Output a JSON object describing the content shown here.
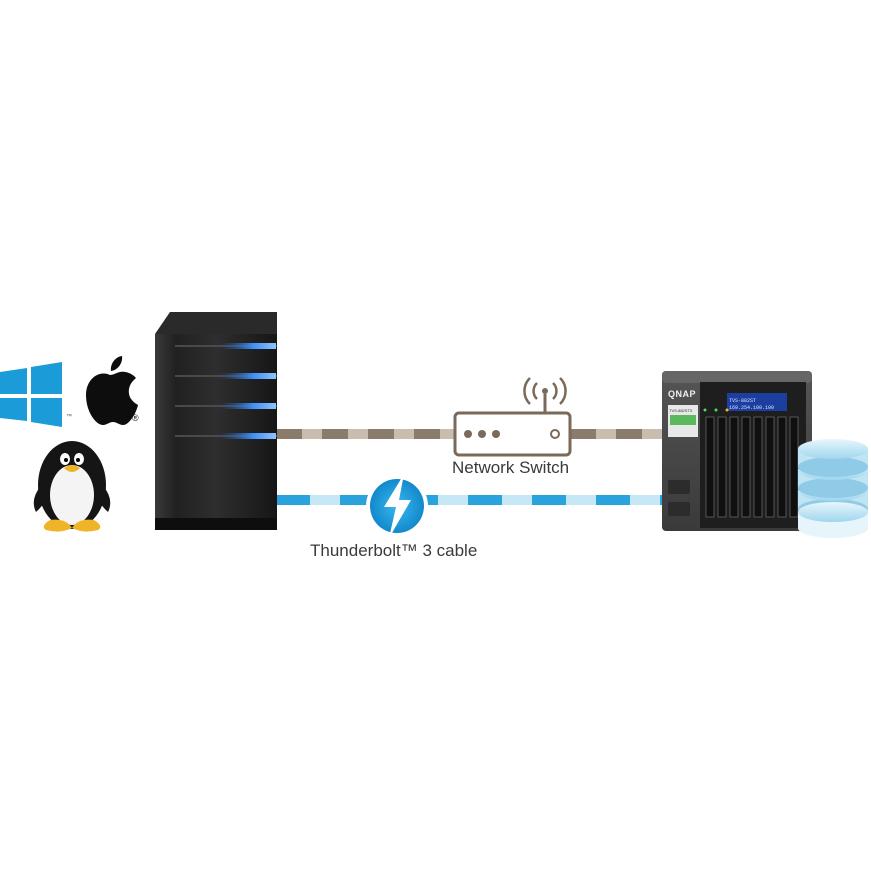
{
  "labels": {
    "network_switch": "Network Switch",
    "thunderbolt_cable": "Thunderbolt™ 3 cable",
    "trademark": "™",
    "registered": "®"
  },
  "nas": {
    "brand": "QNAP",
    "model": "TVS-882ST3",
    "lcd_line1": "TVS-882ST",
    "lcd_line2": "169.254.100.100"
  },
  "colors": {
    "ethernet_dash": "#8b7b6b",
    "ethernet_gap": "#c9bdb0",
    "thunderbolt_dash": "#2aa3dc",
    "thunderbolt_gap": "#c6e8f6",
    "windows_blue": "#1b9bd7",
    "server_led": "#2b7fe0",
    "switch_stroke": "#7a6a5a"
  }
}
